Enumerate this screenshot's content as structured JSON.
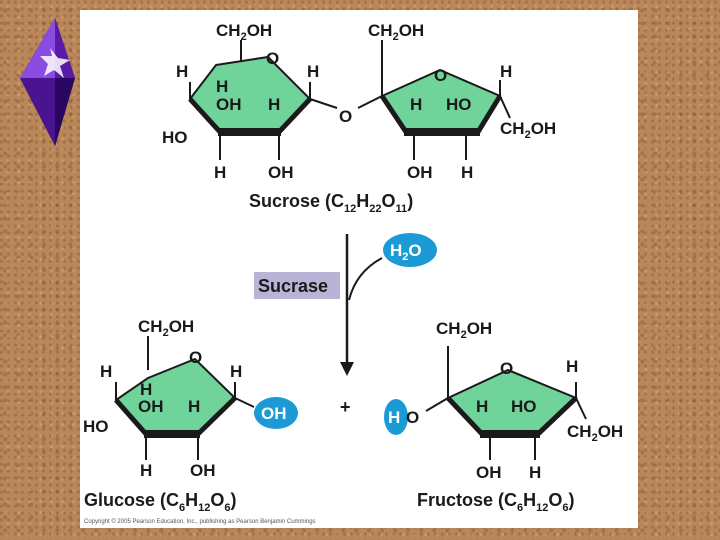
{
  "background": {
    "texture": "cork",
    "base_color": "#b9875a"
  },
  "decoration": {
    "icon": "purple-gem-icon",
    "color": "#5a1aa8"
  },
  "colors": {
    "ring_fill": "#6fd39a",
    "highlight_blue": "#1c9ad6",
    "enzyme_box": "#b8b4d6"
  },
  "sucrose": {
    "glucose_ring": {
      "ch2oh": "CH2OH",
      "o": "O",
      "h_left": "H",
      "h_right": "H",
      "h_inner": "H",
      "oh_inner": "OH",
      "h_inner2": "H",
      "ho_left": "HO",
      "h_bottom": "H",
      "oh_bottom": "OH"
    },
    "bridge_o": "O",
    "fructose_ring": {
      "ch2oh_top": "CH2OH",
      "o": "O",
      "h_right": "H",
      "h_inner": "H",
      "ho_inner": "HO",
      "ch2oh_right": "CH2OH",
      "oh_bottom": "OH",
      "h_bottom": "H"
    },
    "caption": "Sucrose (C12H22O11)"
  },
  "water": {
    "label": "H2O"
  },
  "enzyme": {
    "label": "Sucrase"
  },
  "plus": "+",
  "glucose": {
    "ch2oh": "CH2OH",
    "o": "O",
    "h_left": "H",
    "h_right": "H",
    "h_inner": "H",
    "oh_inner": "OH",
    "h_inner2": "H",
    "ho_left": "HO",
    "oh_highlight": "OH",
    "h_bottom": "H",
    "oh_bottom": "OH",
    "caption": "Glucose (C6H12O6)"
  },
  "fructose": {
    "ch2oh_top": "CH2OH",
    "o": "O",
    "h_right": "H",
    "h_highlight": "H",
    "o_left": "O",
    "h_inner": "H",
    "ho_inner": "HO",
    "ch2oh_right": "CH2OH",
    "oh_bottom": "OH",
    "h_bottom": "H",
    "caption": "Fructose (C6H12O6)"
  },
  "copyright": "Copyright © 2005 Pearson Education, Inc., publishing as Pearson Benjamin Cummings"
}
